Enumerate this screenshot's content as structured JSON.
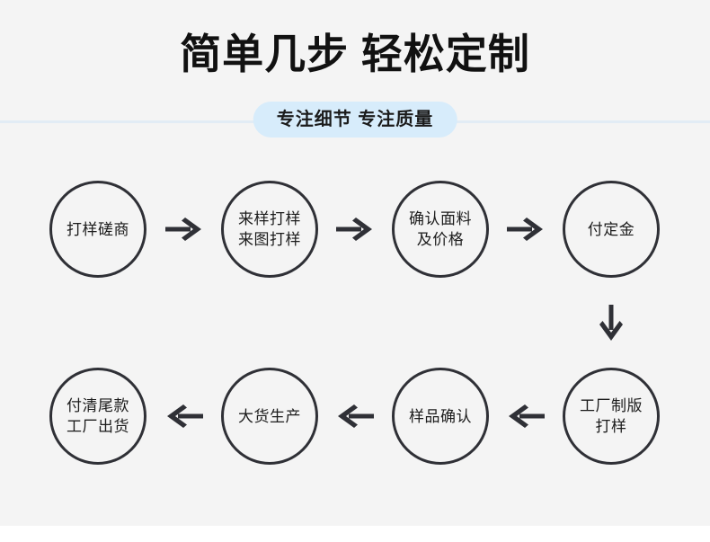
{
  "header": {
    "title": "简单几步 轻松定制",
    "subtitle": "专注细节 专注质量"
  },
  "flow": {
    "row1": [
      {
        "id": "step-1",
        "lines": [
          "打样磋商"
        ]
      },
      {
        "id": "step-2",
        "lines": [
          "来样打样",
          "来图打样"
        ]
      },
      {
        "id": "step-3",
        "lines": [
          "确认面料",
          "及价格"
        ]
      },
      {
        "id": "step-4",
        "lines": [
          "付定金"
        ]
      }
    ],
    "row2": [
      {
        "id": "step-8",
        "lines": [
          "付清尾款",
          "工厂出货"
        ]
      },
      {
        "id": "step-7",
        "lines": [
          "大货生产"
        ]
      },
      {
        "id": "step-6",
        "lines": [
          "样品确认"
        ]
      },
      {
        "id": "step-5",
        "lines": [
          "工厂制版",
          "打样"
        ]
      }
    ],
    "connectors": {
      "right_1": "arrow-right-icon",
      "right_2": "arrow-right-icon",
      "right_3": "arrow-right-icon",
      "down_1": "arrow-down-icon",
      "left_1": "arrow-left-icon",
      "left_2": "arrow-left-icon",
      "left_3": "arrow-left-icon"
    }
  },
  "colors": {
    "background": "#f4f4f4",
    "page": "#ffffff",
    "title": "#111111",
    "pill_background": "#d7ecfb",
    "divider": "#e2ecf5",
    "circle_stroke": "#2f3036",
    "arrow": "#2f3036",
    "text": "#1c1c1c"
  }
}
